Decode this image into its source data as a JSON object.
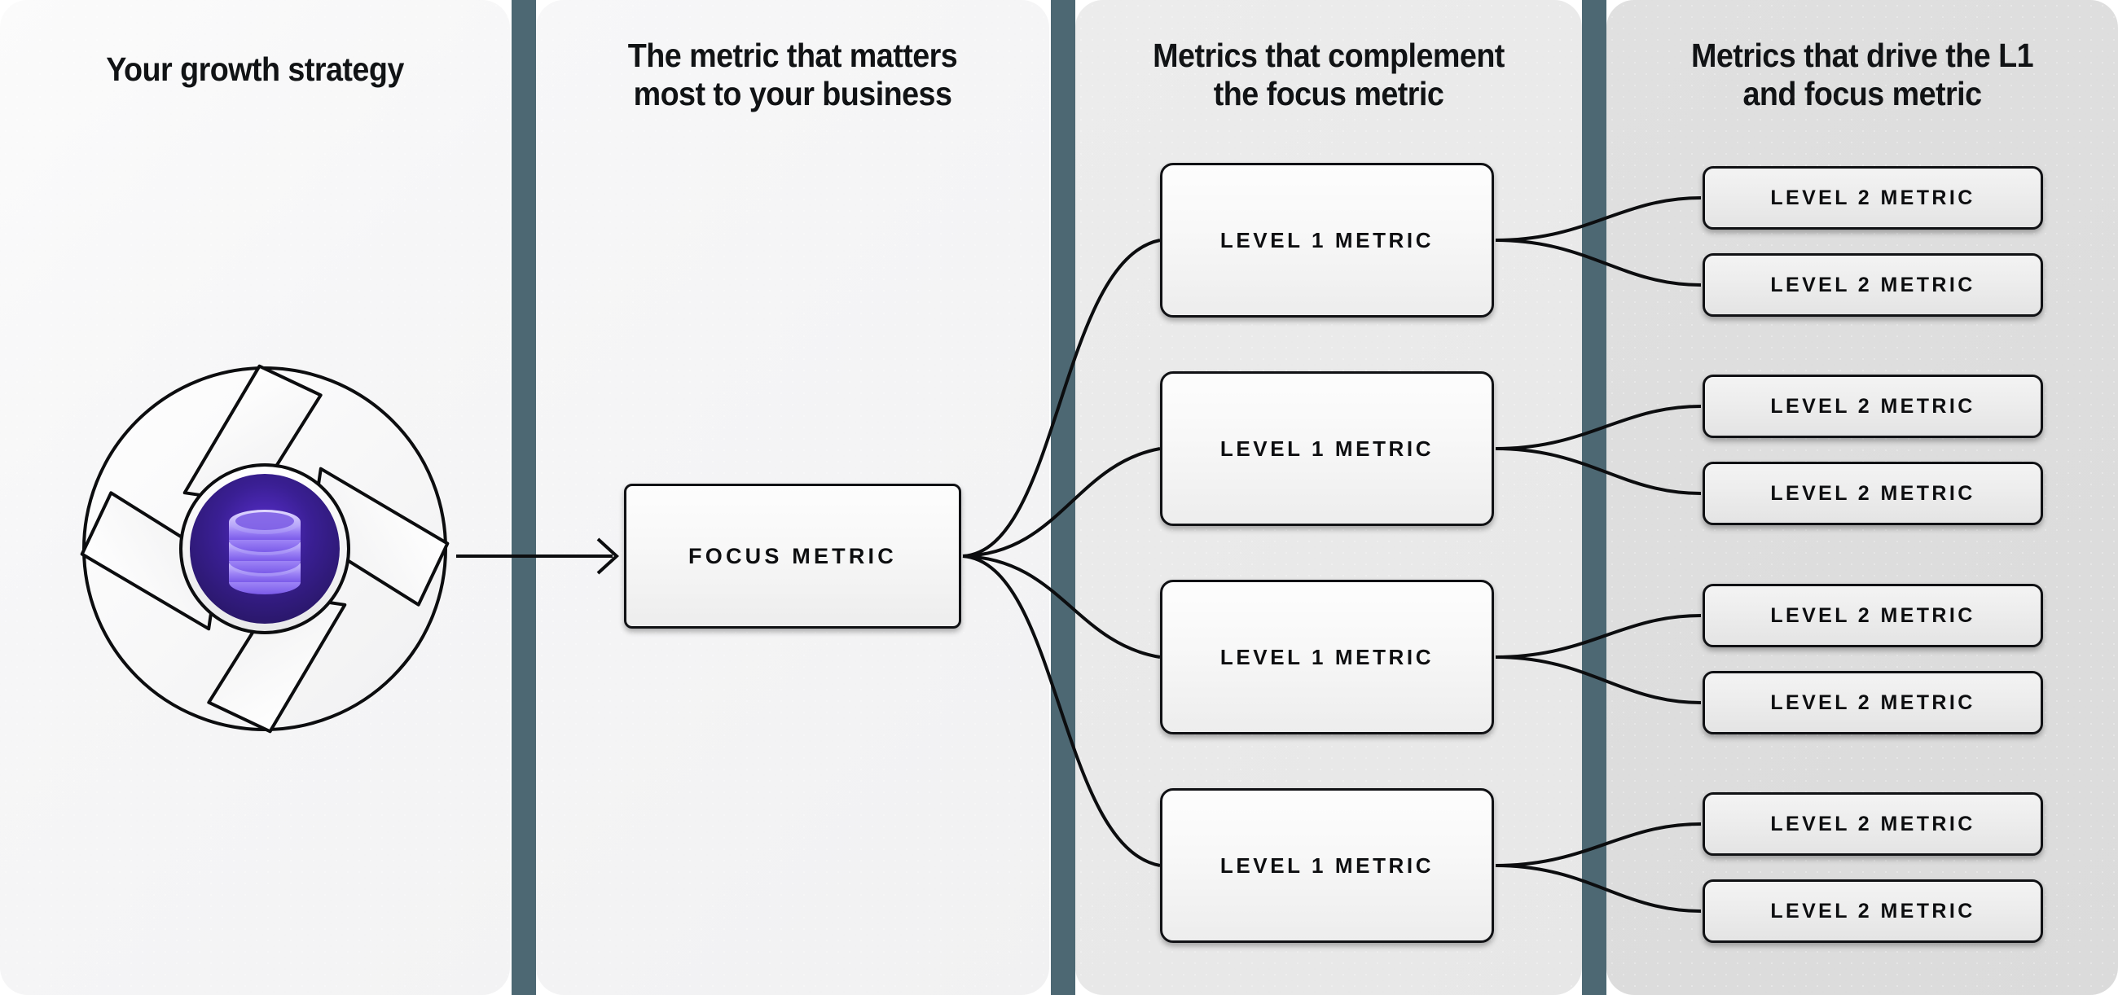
{
  "columns": [
    {
      "id": "strategy",
      "heading": "Your growth strategy"
    },
    {
      "id": "focus",
      "heading": "The metric that matters\nmost to your business"
    },
    {
      "id": "complement",
      "heading": "Metrics that complement\nthe focus metric"
    },
    {
      "id": "drivers",
      "heading": "Metrics that drive the L1\nand focus metric"
    }
  ],
  "headings": {
    "col1": "Your growth strategy",
    "col2_line1": "The metric that matters",
    "col2_line2": "most to your business",
    "col3_line1": "Metrics that complement",
    "col3_line2": "the focus metric",
    "col4_line1": "Metrics that drive the L1",
    "col4_line2": "and focus metric"
  },
  "focus_metric": {
    "label": "FOCUS METRIC"
  },
  "level1_metrics": [
    {
      "label": "LEVEL 1 METRIC"
    },
    {
      "label": "LEVEL 1 METRIC"
    },
    {
      "label": "LEVEL 1 METRIC"
    },
    {
      "label": "LEVEL 1 METRIC"
    }
  ],
  "level2_metrics": [
    {
      "label": "LEVEL 2 METRIC"
    },
    {
      "label": "LEVEL 2 METRIC"
    },
    {
      "label": "LEVEL 2 METRIC"
    },
    {
      "label": "LEVEL 2 METRIC"
    },
    {
      "label": "LEVEL 2 METRIC"
    },
    {
      "label": "LEVEL 2 METRIC"
    },
    {
      "label": "LEVEL 2 METRIC"
    },
    {
      "label": "LEVEL 2 METRIC"
    }
  ],
  "logo": {
    "name": "aperture-database-logo",
    "center_icon": "database-icon",
    "outer_shape": "camera-aperture-blades"
  },
  "colors": {
    "separator": "#4d6873",
    "panel1_bg": "#f7f7f8",
    "panel2_bg": "#f4f4f5",
    "panel3_bg": "#e9e9e9",
    "panel4_bg": "#dddddd",
    "box_border": "#101114",
    "text": "#111315",
    "logo_core_dark": "#2a1a6e",
    "logo_core_mid": "#4c23b8",
    "logo_icon_light": "#b9a6f7",
    "logo_icon_mid": "#8a6df0",
    "connector": "#0c0d0f"
  }
}
